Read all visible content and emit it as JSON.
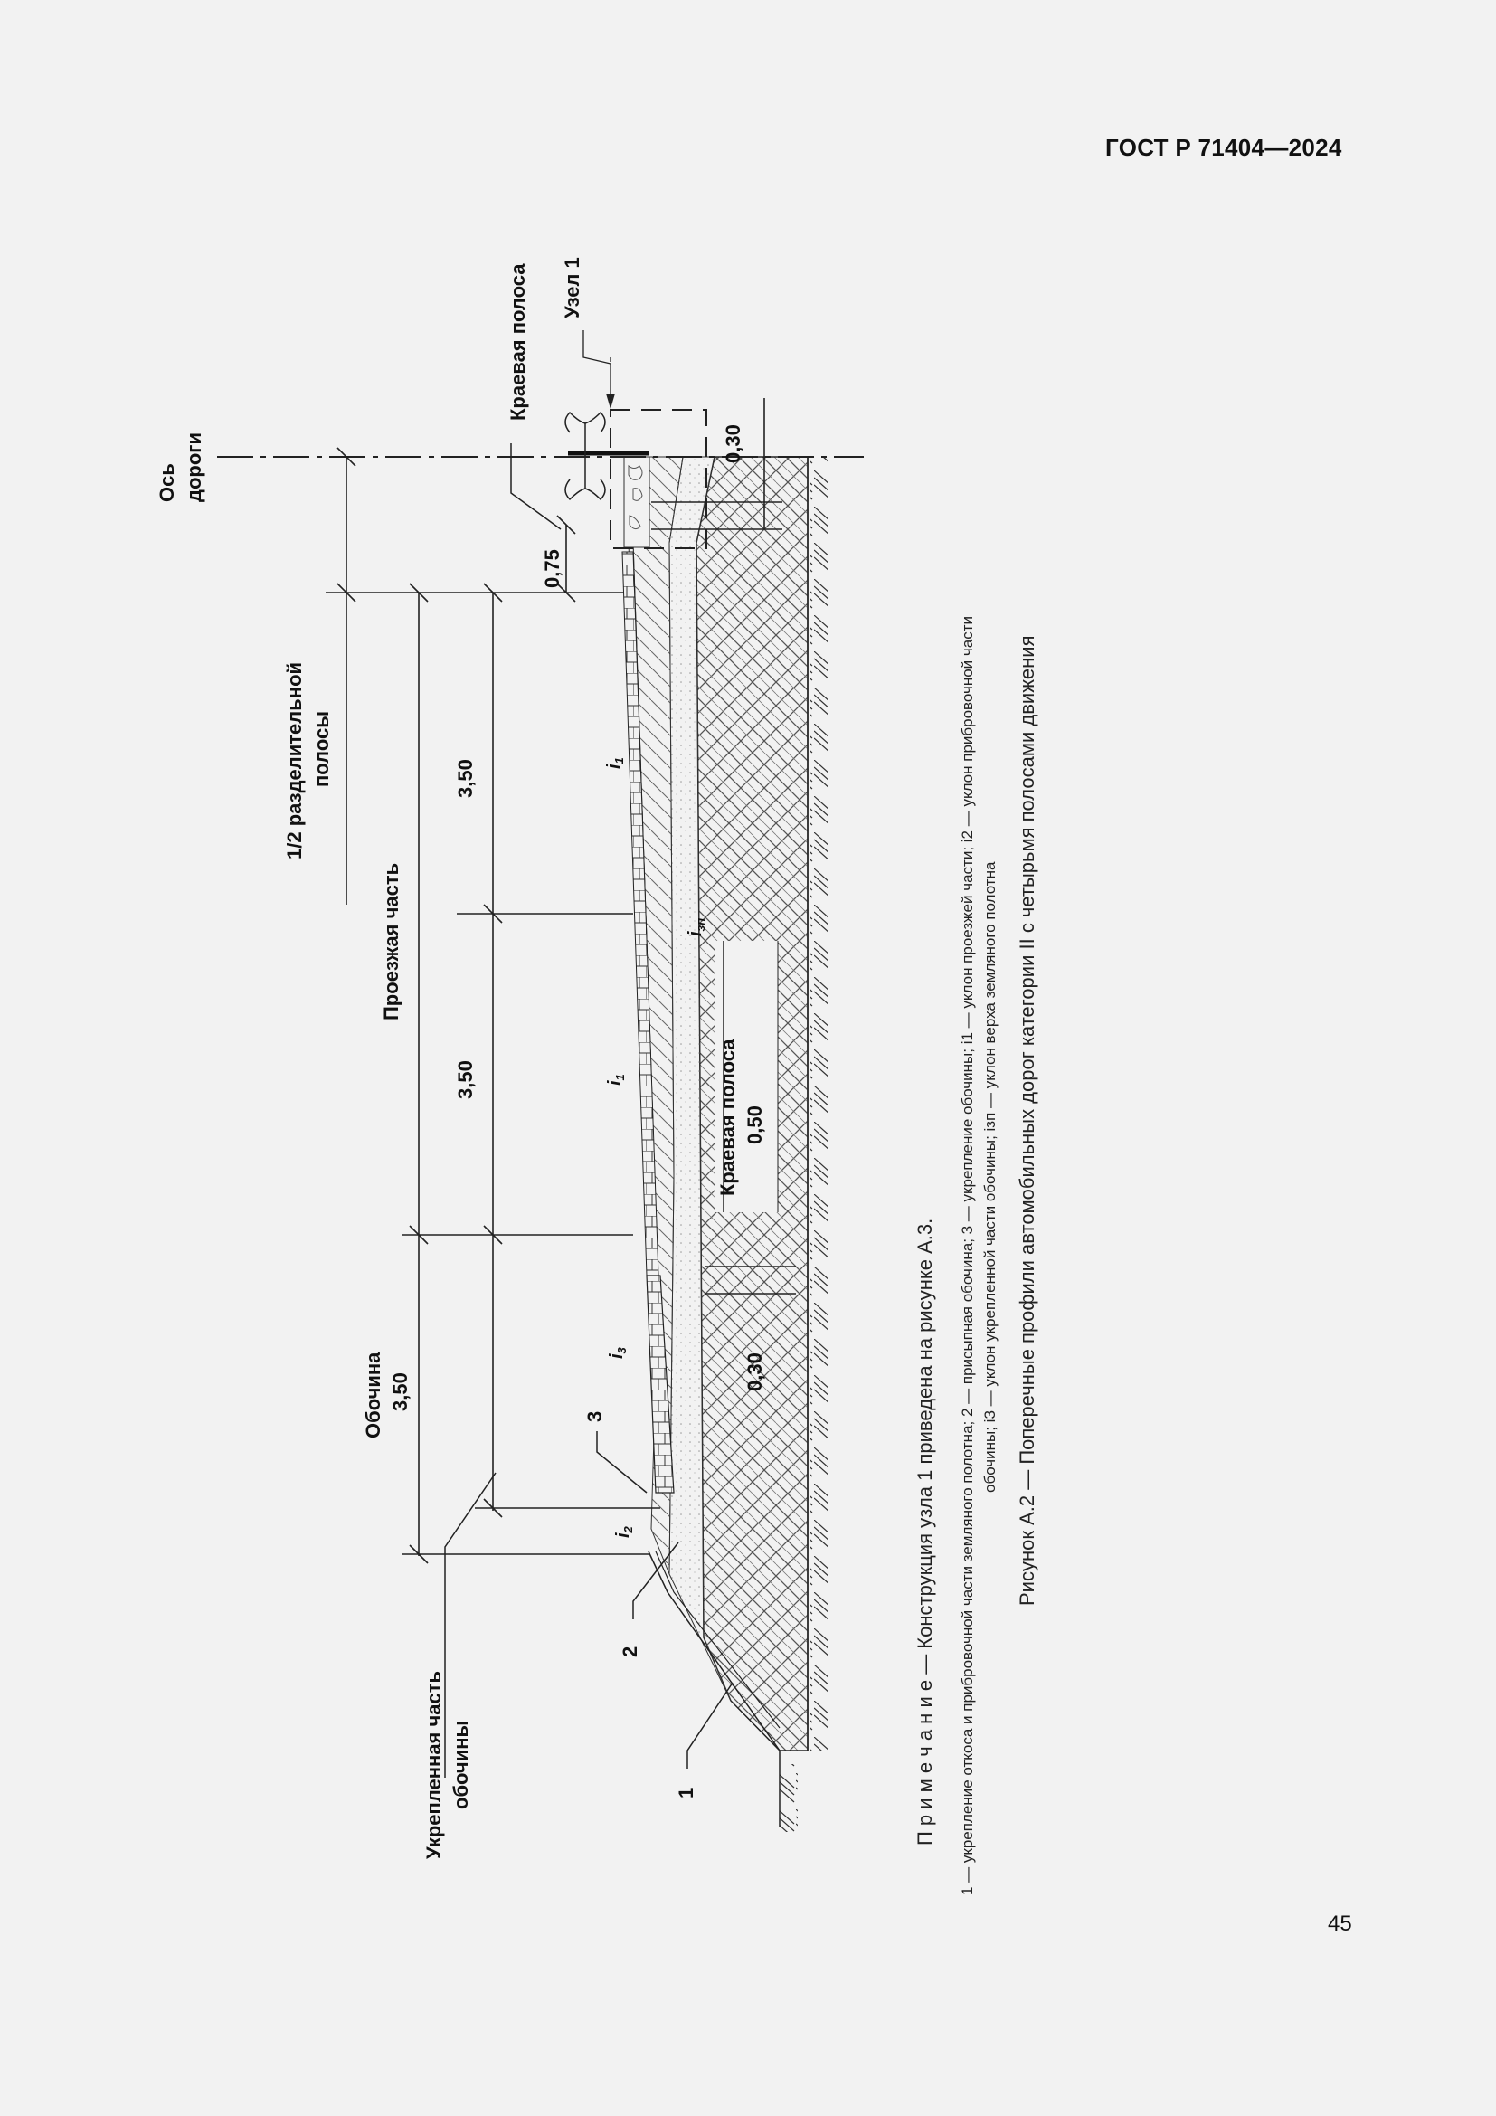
{
  "header": {
    "standard": "ГОСТ Р 71404—2024"
  },
  "page": {
    "number": "45"
  },
  "drawing": {
    "labels": {
      "road_axis_line1": "Ось",
      "road_axis_line2": "дороги",
      "edge_strip_top": "Краевая полоса",
      "node": "Узел 1",
      "half_median_line1": "1/2 разделительной",
      "half_median_line2": "полосы",
      "carriageway": "Проезжая часть",
      "shoulder_line1": "Обочина",
      "shoulder_line2": "3,50",
      "reinforced_shoulder_line1": "Укрепленная часть",
      "reinforced_shoulder_line2": "обочины",
      "edge_strip_mid_line1": "Краевая полоса",
      "edge_strip_mid_line2": "0,50"
    },
    "dimensions": {
      "d_075": "0,75",
      "d_030_top": "0,30",
      "lane1": "3,50",
      "lane2": "3,50",
      "d_030_bottom": "0,30"
    },
    "slopes": {
      "i1_a": "i",
      "i1_a_sub": "1",
      "i1_b": "i",
      "i1_b_sub": "1",
      "izp": "i",
      "izp_sub": "зп",
      "i3": "i",
      "i3_sub": "3",
      "i2": "i",
      "i2_sub": "2"
    },
    "callouts": {
      "c1": "1",
      "c2": "2",
      "c3": "3"
    }
  },
  "notes": {
    "note_line": "П р и м е ч а н и е — Конструкция узла 1 приведена на рисунке А.3.",
    "legend_line1": "1 — укрепление откоса и прибровочной части земляного полотна; 2 — присыпная обочина; 3 — укрепление обочины; i1 — уклон проезжей части; i2 — уклон прибровочной части",
    "legend_line2": "обочины; i3 — уклон укрепленной части обочины; iзп — уклон верха земляного полотна",
    "figure_caption": "Рисунок А.2 — Поперечные профили автомобильных дорог категории II с четырьмя полосами движения"
  }
}
